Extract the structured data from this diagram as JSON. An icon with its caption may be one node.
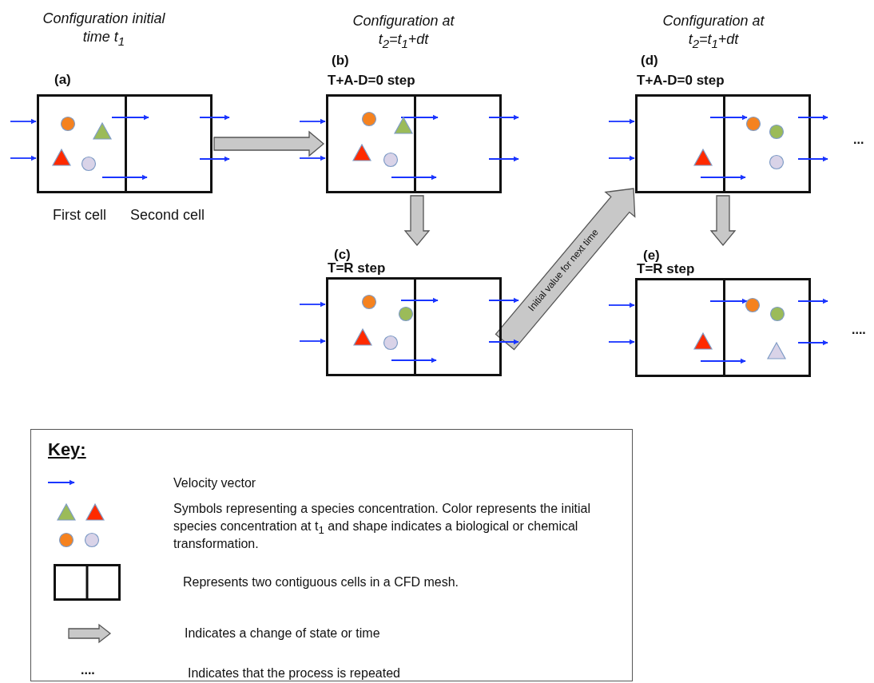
{
  "diagram": {
    "nodes": [
      {
        "text": [
          "(a)"
        ],
        "beside": [
          "Configuration initial time t$_{1}$",
          "First cell",
          "Second cell"
        ]
      },
      {
        "text": [
          "(b)",
          "T+A-D=0 step"
        ],
        "beside": [
          "Configuration at t$_{2}$=t$_{1}$+dt"
        ]
      },
      {
        "text": [
          "(c)",
          "T=R step"
        ]
      },
      {
        "text": [
          "(d)",
          "T+A-D=0 step"
        ],
        "beside": [
          "Configuration at t$_{2}$=t$_{1}$+dt"
        ]
      },
      {
        "text": [
          "(e)",
          "T=R step"
        ]
      }
    ],
    "edges": [
      {
        "from": 0,
        "to": 1,
        "arrow": "to"
      },
      {
        "from": 1,
        "to": 2,
        "arrow": "to"
      },
      {
        "from": 2,
        "to": 3,
        "arrow": "to",
        "label": "Initial value for next time"
      },
      {
        "from": 3,
        "to": 4,
        "arrow": "to"
      }
    ],
    "labels": [
      "...",
      "....",
      "Key:",
      "...."
    ],
    "legend": [
      {
        "text": "Velocity vector"
      },
      {
        "text": "Symbols representing a species concentration. Color represents the initial species concentration at t$_{1}$ and shape indicates a biological or chemical transformation."
      },
      {
        "text": "Represents two contiguous cells in a CFD mesh."
      },
      {
        "text": "Indicates a change of state or time"
      },
      {
        "text": "Indicates that the process is repeated"
      }
    ]
  }
}
